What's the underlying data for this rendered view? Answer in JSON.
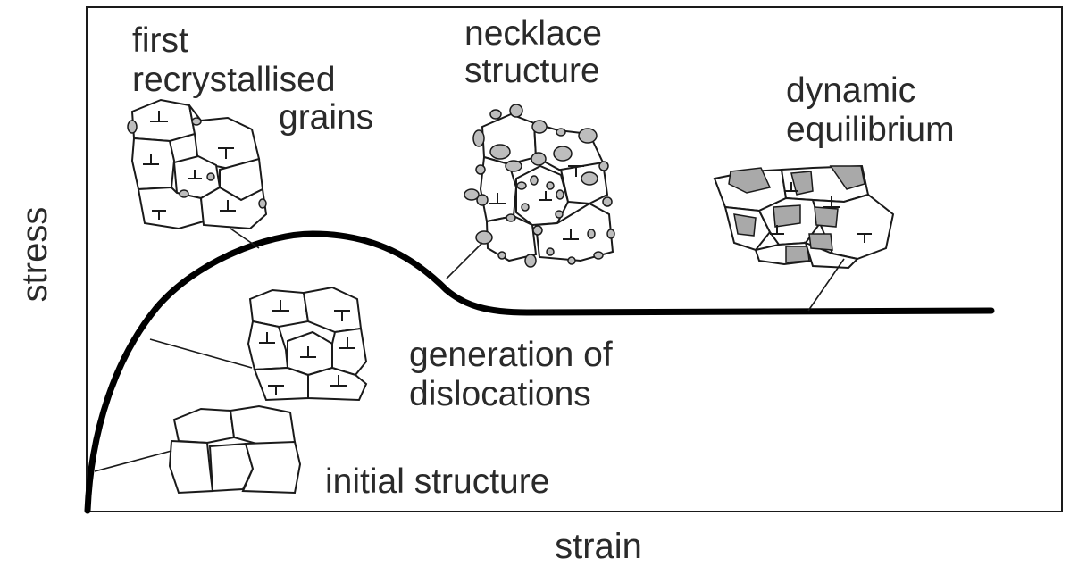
{
  "axes": {
    "y_label": "stress",
    "x_label": "strain"
  },
  "stages": {
    "initial": {
      "label": "initial structure"
    },
    "generation": {
      "line1": "generation of",
      "line2": "dislocations"
    },
    "first_recrystallised": {
      "line1": "first",
      "line2": "recrystallised",
      "line3": "grains"
    },
    "necklace": {
      "line1": "necklace",
      "line2": "structure"
    },
    "dynamic": {
      "line1": "dynamic",
      "line2": "equilibrium"
    }
  }
}
